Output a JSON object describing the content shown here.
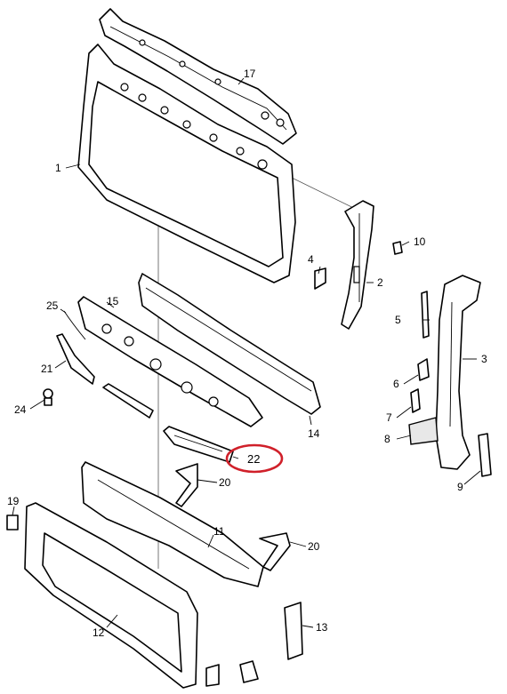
{
  "callouts": [
    {
      "id": "c1",
      "text": "1"
    },
    {
      "id": "c2",
      "text": "2"
    },
    {
      "id": "c3",
      "text": "3"
    },
    {
      "id": "c4",
      "text": "4"
    },
    {
      "id": "c5",
      "text": "5"
    },
    {
      "id": "c6",
      "text": "6"
    },
    {
      "id": "c7",
      "text": "7"
    },
    {
      "id": "c8",
      "text": "8"
    },
    {
      "id": "c9",
      "text": "9"
    },
    {
      "id": "c10",
      "text": "10"
    },
    {
      "id": "c11",
      "text": "11"
    },
    {
      "id": "c12",
      "text": "12"
    },
    {
      "id": "c13",
      "text": "13"
    },
    {
      "id": "c14",
      "text": "14"
    },
    {
      "id": "c15",
      "text": "15"
    },
    {
      "id": "c17",
      "text": "17"
    },
    {
      "id": "c19",
      "text": "19"
    },
    {
      "id": "c20a",
      "text": "20"
    },
    {
      "id": "c20b",
      "text": "20"
    },
    {
      "id": "c21",
      "text": "21"
    },
    {
      "id": "c22",
      "text": "22"
    },
    {
      "id": "c24",
      "text": "24"
    },
    {
      "id": "c25",
      "text": "25"
    }
  ],
  "highlight": {
    "callout": "22",
    "color": "#d0202a"
  }
}
